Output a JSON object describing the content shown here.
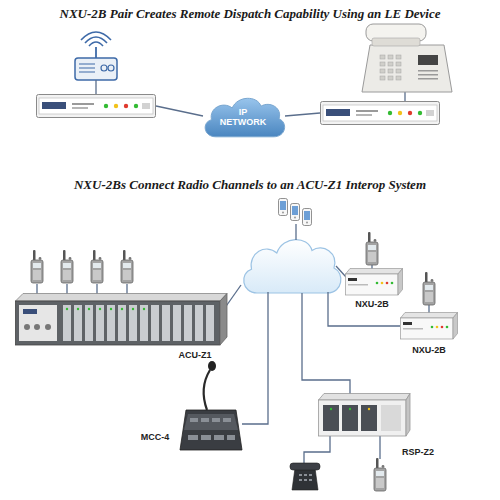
{
  "diagram": {
    "title": "NXU-2B Pair Creates Remote Dispatch Capability Using an LE Device",
    "nodes": [
      {
        "text": [
          "IP NETWORK"
        ]
      },
      {
        "text": [
          "NXU-2B"
        ]
      },
      {
        "text": [
          "ACU-Z1"
        ]
      },
      {
        "text": [
          "NXU-2B"
        ]
      },
      {
        "text": [
          "MCC-4"
        ]
      },
      {
        "text": [
          "RSP-Z2"
        ]
      }
    ],
    "labels": [
      "NXU-2Bs Connect Radio Channels to an ACU-Z1 Interop System"
    ]
  }
}
